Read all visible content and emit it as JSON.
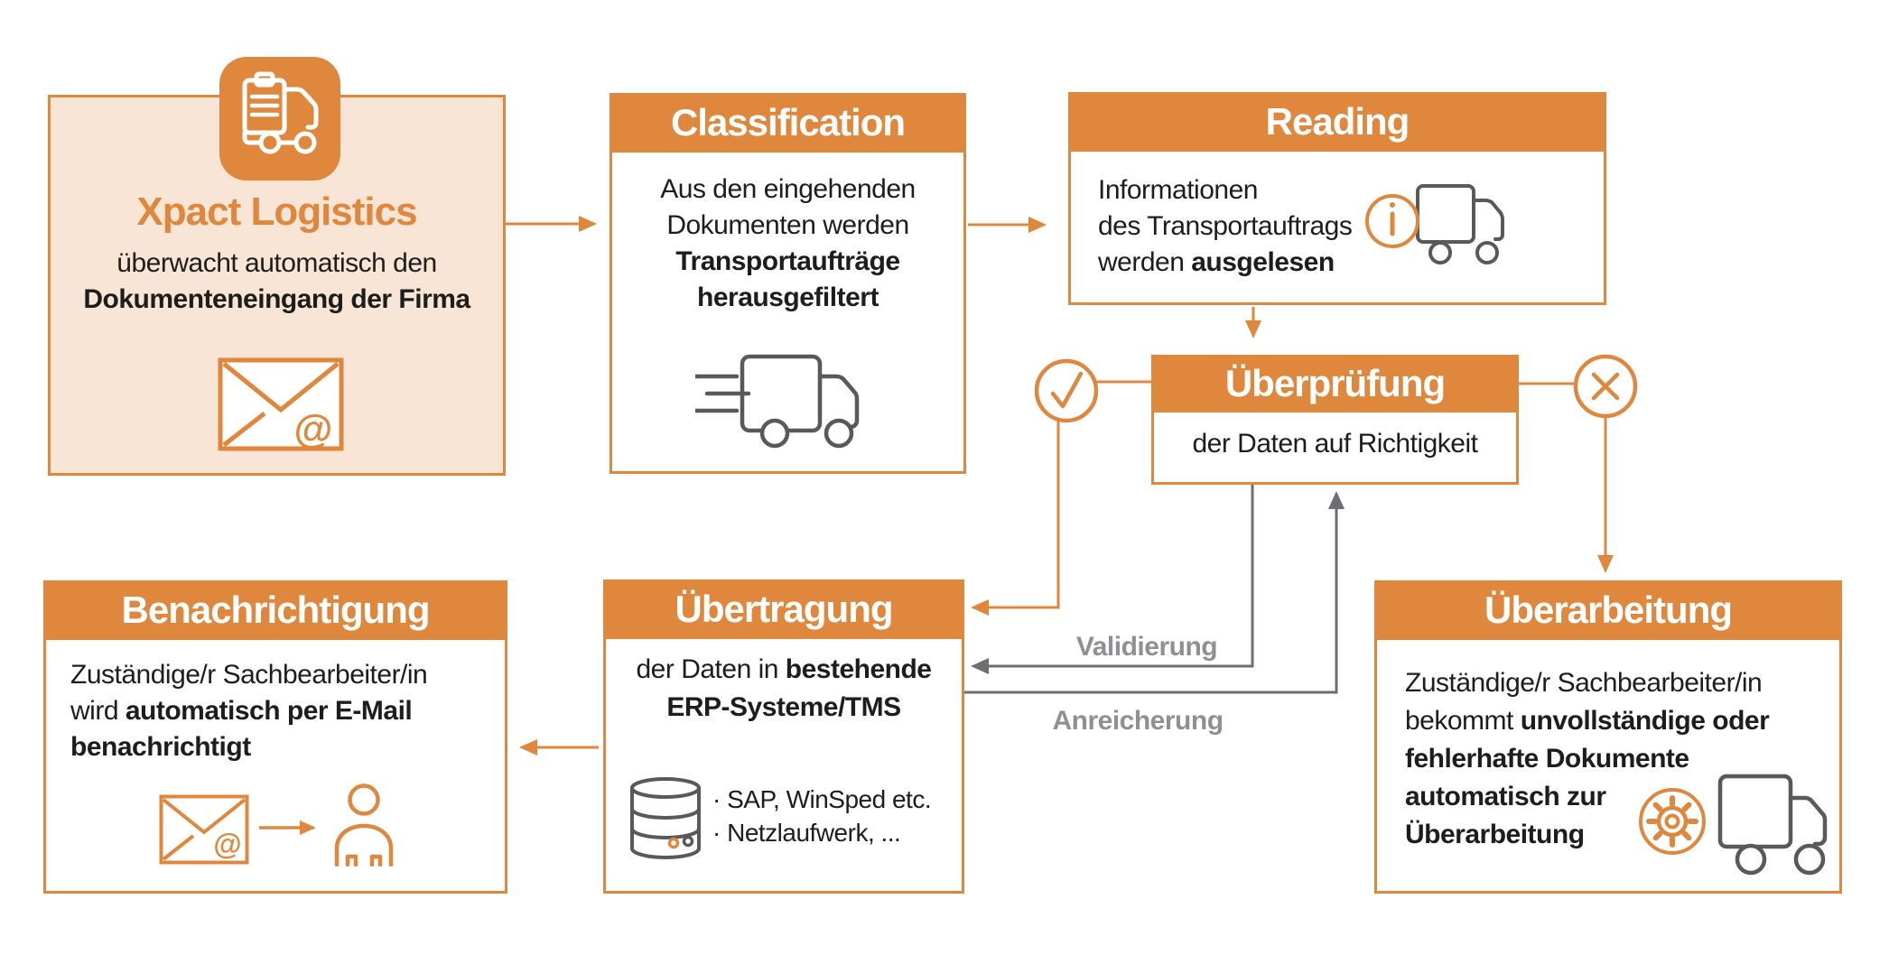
{
  "palette": {
    "orange": "#E0873E",
    "peach": "#F8E5D5",
    "dark": "#1D1D1B",
    "icon_gray": "#58595B",
    "arrow_gray": "#6D6E71",
    "label_gray": "#8E9093"
  },
  "diagram": {
    "xpact": {
      "title": "Xpact Logistics",
      "line1": "überwacht automatisch den",
      "line2": "Dokumenteneingang der Firma"
    },
    "classification": {
      "title": "Classification",
      "line1": "Aus den eingehenden",
      "line2": "Dokumenten werden",
      "line3": "Transportaufträge",
      "line4": "herausgefiltert"
    },
    "reading": {
      "title": "Reading",
      "line1": "Informationen",
      "line2": "des Transportauftrags",
      "line3a": "werden ",
      "line3b": "ausgelesen"
    },
    "ueberpruefung": {
      "title": "Überprüfung",
      "body": "der Daten auf Richtigkeit"
    },
    "benachrichtigung": {
      "title": "Benachrichtigung",
      "line1": "Zuständige/r Sachbearbeiter/in",
      "line2a": "wird ",
      "line2b": "automatisch per E-Mail",
      "line3": "benachrichtigt"
    },
    "uebertragung": {
      "title": "Übertragung",
      "line1a": "der Daten in ",
      "line1b": "bestehende",
      "line2": "ERP-Systeme/TMS",
      "bullet1": "· SAP, WinSped etc.",
      "bullet2": "· Netzlaufwerk, ..."
    },
    "ueberarbeitung": {
      "title": "Überarbeitung",
      "line1": "Zuständige/r Sachbearbeiter/in",
      "line2a": "bekommt ",
      "line2b": "unvollständige oder",
      "line3": "fehlerhafte Dokumente",
      "line4": "automatisch zur",
      "line5": "Überarbeitung"
    },
    "labels": {
      "validierung": "Validierung",
      "anreicherung": "Anreicherung"
    },
    "icons": {
      "at_symbol": "@",
      "clipboard_truck": "clipboard and delivery truck",
      "email_at": "envelope with at-sign",
      "fast_truck": "delivery truck with speed lines",
      "info_truck": "info circle and delivery truck",
      "check_circle": "circle with checkmark",
      "cross_circle": "circle with cross",
      "database": "database cylinder",
      "person": "person silhouette",
      "gear_truck": "gear circle and delivery truck"
    }
  }
}
